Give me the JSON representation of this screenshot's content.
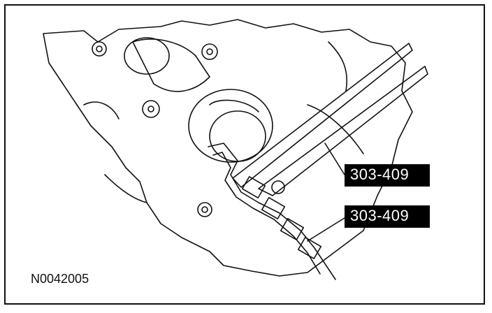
{
  "figure": {
    "id_label": "N0042005"
  },
  "callouts": [
    {
      "label": "303-409"
    },
    {
      "label": "303-409"
    }
  ]
}
